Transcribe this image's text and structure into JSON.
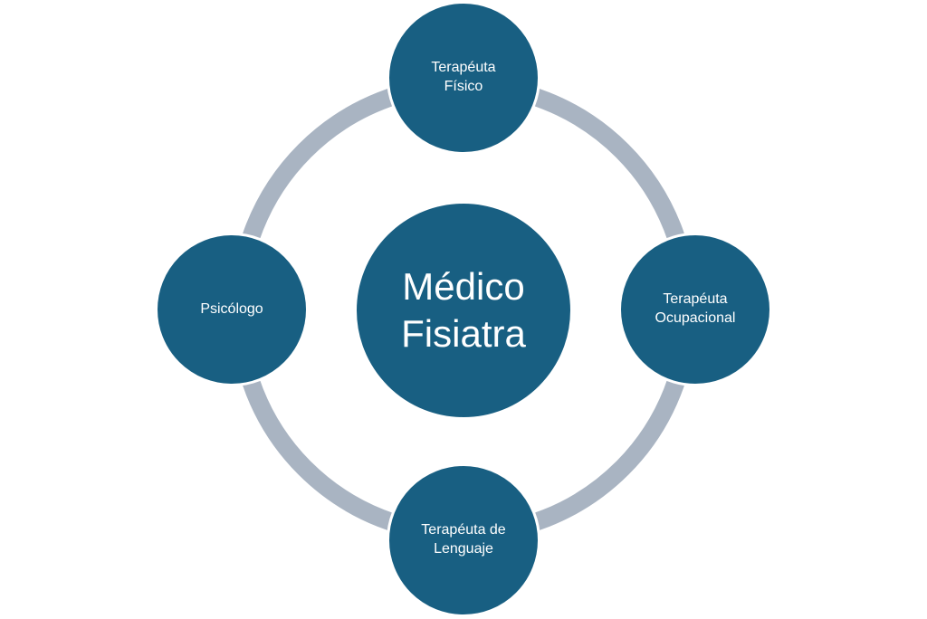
{
  "colors": {
    "node_fill": "#185f82",
    "ring": "#a9b4c2",
    "text": "#ffffff"
  },
  "center": {
    "label": "Médico\nFisiatra"
  },
  "nodes": {
    "top": "Terapéuta\nFísico",
    "right": "Terapéuta\nOcupacional",
    "bottom": "Terapéuta de\nLenguaje",
    "left": "Psicólogo"
  }
}
